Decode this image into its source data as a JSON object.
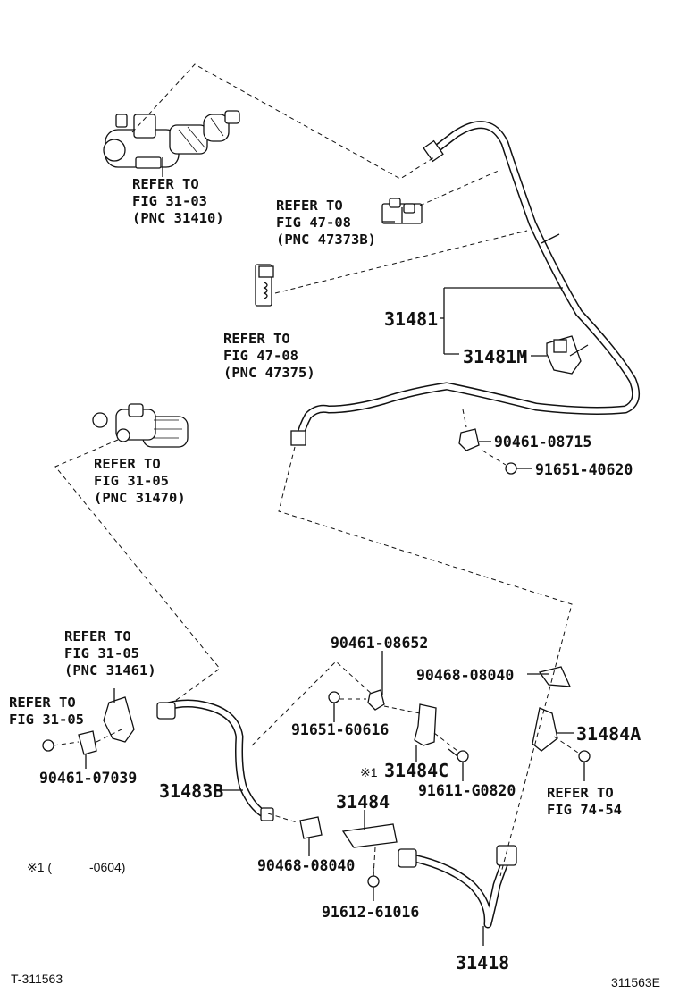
{
  "refs": {
    "fig3103": [
      "REFER TO",
      "FIG 31-03",
      "(PNC 31410)"
    ],
    "fig4708a": [
      "REFER TO",
      "FIG 47-08",
      "(PNC 47373B)"
    ],
    "fig4708b": [
      "REFER TO",
      "FIG 47-08",
      "(PNC 47375)"
    ],
    "fig3105a": [
      "REFER TO",
      "FIG 31-05",
      "(PNC 31470)"
    ],
    "fig3105b": [
      "REFER TO",
      "FIG 31-05",
      "(PNC 31461)"
    ],
    "fig3105c": [
      "REFER TO",
      "FIG 31-05"
    ],
    "fig7454": [
      "REFER TO",
      "FIG 74-54"
    ]
  },
  "parts": {
    "p31481": "31481",
    "p31481M": "31481M",
    "p9046108715": "90461-08715",
    "p9165140620": "91651-40620",
    "p9046108652": "90461-08652",
    "p9046808040a": "90468-08040",
    "p9165160616": "91651-60616",
    "p31484A": "31484A",
    "p31484C": "31484C",
    "p91611G0820": "91611-G0820",
    "p9046107039": "90461-07039",
    "p31483B": "31483B",
    "p31484": "31484",
    "p9046808040b": "90468-08040",
    "p9161261016": "91612-61016",
    "p31418": "31418"
  },
  "marks": {
    "note_mark": "※1",
    "footnote_mark": "※1 (",
    "footnote_code": "-0604)"
  },
  "footer": {
    "left": "T-311563",
    "right": "311563E"
  }
}
